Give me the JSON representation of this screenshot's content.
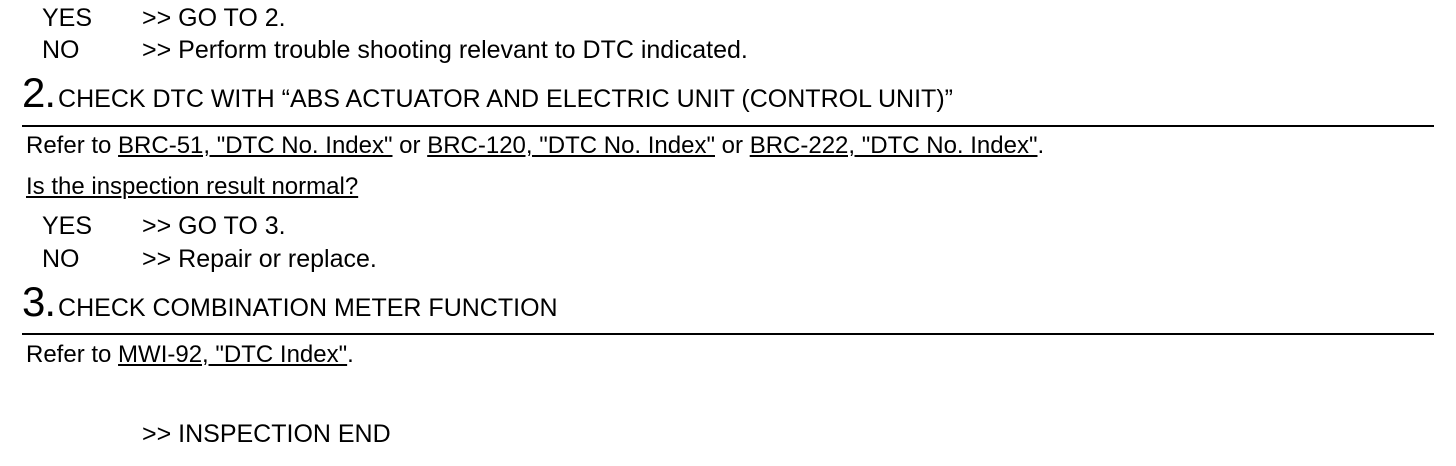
{
  "step1_answers": [
    {
      "key": "YES",
      "value": ">> GO TO 2."
    },
    {
      "key": "NO",
      "value": ">> Perform trouble shooting relevant to DTC indicated."
    }
  ],
  "step2": {
    "number": "2",
    "dot": ".",
    "title": "CHECK DTC WITH “ABS ACTUATOR AND ELECTRIC UNIT (CONTROL UNIT)”",
    "refer_prefix": "Refer to ",
    "link1": "BRC-51, \"DTC No. Index\"",
    "or1": " or ",
    "link2": "BRC-120, \"DTC No. Index\"",
    "or2": " or ",
    "link3": "BRC-222, \"DTC No. Index\"",
    "refer_suffix": ".",
    "question": "Is the inspection result normal?",
    "answers": [
      {
        "key": "YES",
        "value": ">> GO TO 3."
      },
      {
        "key": "NO",
        "value": ">> Repair or replace."
      }
    ]
  },
  "step3": {
    "number": "3",
    "dot": ".",
    "title": "CHECK COMBINATION METER FUNCTION",
    "refer_prefix": "Refer to ",
    "link1": "MWI-92, \"DTC Index\"",
    "refer_suffix": ".",
    "end": ">> INSPECTION END"
  }
}
